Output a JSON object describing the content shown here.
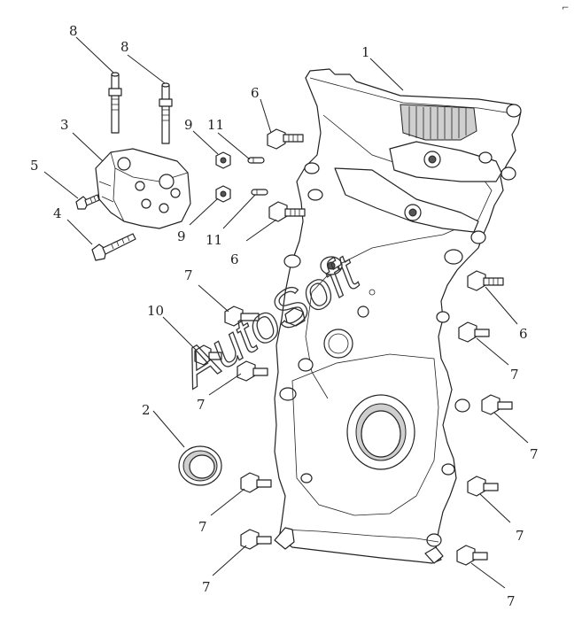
{
  "watermark": "AutoSoft",
  "corner_mark": "⌐",
  "callouts": {
    "c1": "1",
    "c2": "2",
    "c3": "3",
    "c4": "4",
    "c5": "5",
    "c6a": "6",
    "c6b": "6",
    "c6c": "6",
    "c7a": "7",
    "c7b": "7",
    "c7c": "7",
    "c7d": "7",
    "c7e": "7",
    "c7f": "7",
    "c7g": "7",
    "c7h": "7",
    "c8a": "8",
    "c8b": "8",
    "c9a": "9",
    "c9b": "9",
    "c10": "10",
    "c11a": "11",
    "c11b": "11"
  }
}
